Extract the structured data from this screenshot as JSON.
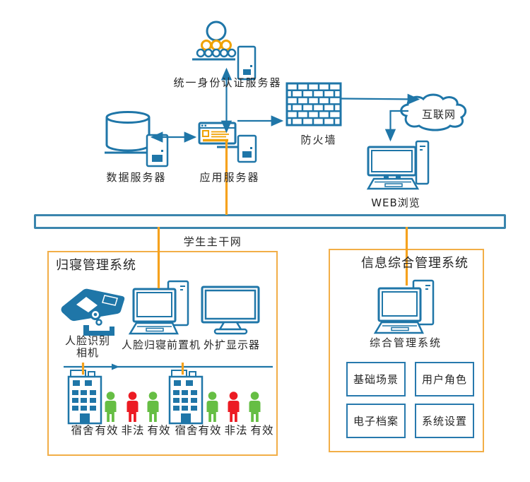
{
  "network": {
    "identity_server": "统一身份认证服务器",
    "data_server": "数据服务器",
    "app_server": "应用服务器",
    "firewall": "防火墙",
    "internet": "互联网",
    "web_browse": "WEB浏览",
    "backbone": "学生主干网"
  },
  "dorm_system": {
    "title": "归寝管理系统",
    "camera_line1": "人脸识别",
    "camera_line2": "相机",
    "frontend": "人脸归寝前置机",
    "monitor": "外扩显示器",
    "bottom_labels": [
      "宿舍",
      "有效",
      "非法",
      "有效",
      "宿舍",
      "有效",
      "非法",
      "有效"
    ]
  },
  "info_system": {
    "title": "信息综合管理系统",
    "computer": "综合管理系统",
    "modules": [
      "基础场景",
      "用户角色",
      "电子档案",
      "系统设置"
    ]
  },
  "colors": {
    "line_blue": "#1f76a8",
    "connector_orange": "#f6a21d",
    "box_border_orange": "#f2ae47",
    "person_green": "#66be44",
    "person_red": "#ec1b23"
  }
}
